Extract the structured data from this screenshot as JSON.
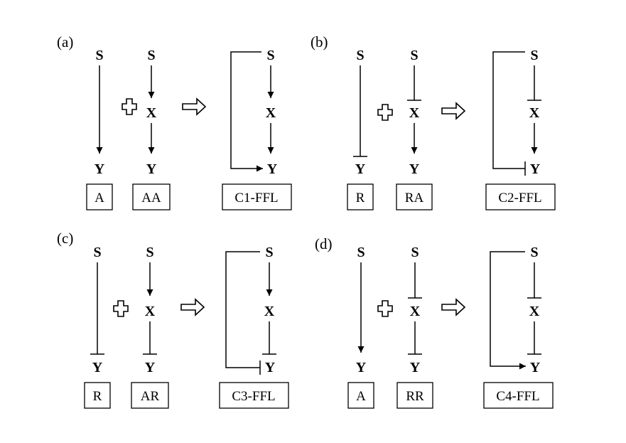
{
  "panels": [
    {
      "label": "(a)",
      "motifs": [
        "A",
        "AA",
        "C1-FFL"
      ]
    },
    {
      "label": "(b)",
      "motifs": [
        "R",
        "RA",
        "C2-FFL"
      ]
    },
    {
      "label": "(c)",
      "motifs": [
        "R",
        "AR",
        "C3-FFL"
      ]
    },
    {
      "label": "(d)",
      "motifs": [
        "A",
        "RR",
        "C4-FFL"
      ]
    }
  ],
  "nodes": {
    "s": "S",
    "x": "X",
    "y": "Y"
  }
}
